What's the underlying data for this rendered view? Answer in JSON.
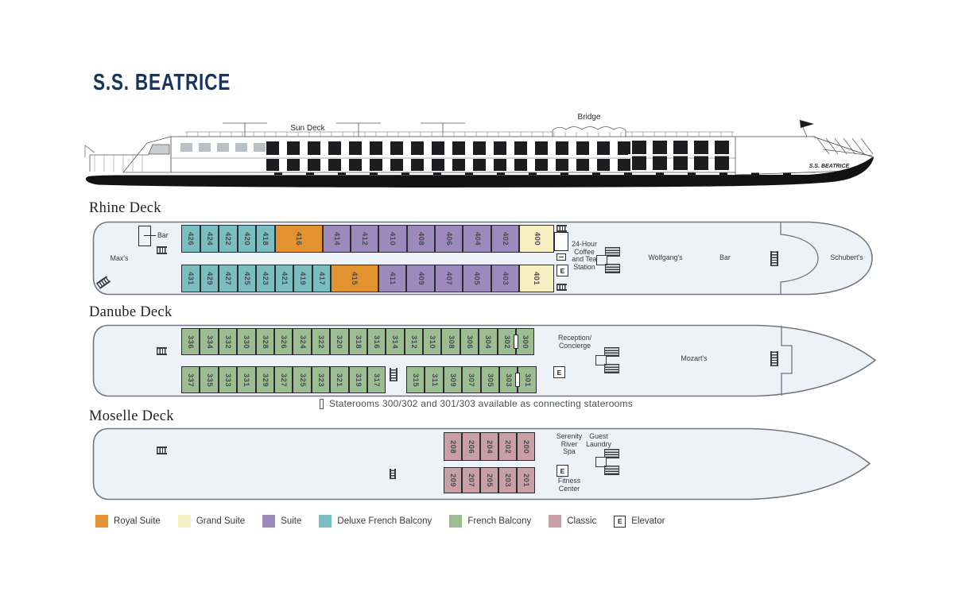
{
  "ship": {
    "name": "S.S. BEATRICE",
    "sun_deck": "Sun Deck",
    "bridge": "Bridge",
    "hull_name": "S.S. BEATRICE"
  },
  "elevator_letter": "E",
  "rhine": {
    "label": "Rhine Deck",
    "maxs": "Max's",
    "bar_left": "Bar",
    "coffee_station": "24-Hour\nCoffee\nand Tea\nStation",
    "wolfgangs": "Wolfgang's",
    "bar_right": "Bar",
    "schuberts": "Schubert's",
    "top_cabins": [
      {
        "n": "426",
        "t": "deluxe"
      },
      {
        "n": "424",
        "t": "deluxe"
      },
      {
        "n": "422",
        "t": "deluxe"
      },
      {
        "n": "420",
        "t": "deluxe"
      },
      {
        "n": "418",
        "t": "deluxe"
      },
      {
        "n": "416",
        "t": "royal"
      },
      {
        "n": "414",
        "t": "suite"
      },
      {
        "n": "412",
        "t": "suite"
      },
      {
        "n": "410",
        "t": "suite"
      },
      {
        "n": "408",
        "t": "suite"
      },
      {
        "n": "406",
        "t": "suite"
      },
      {
        "n": "404",
        "t": "suite"
      },
      {
        "n": "402",
        "t": "suite"
      },
      {
        "n": "400",
        "t": "grand"
      }
    ],
    "bottom_cabins": [
      {
        "n": "431",
        "t": "deluxe"
      },
      {
        "n": "429",
        "t": "deluxe"
      },
      {
        "n": "427",
        "t": "deluxe"
      },
      {
        "n": "425",
        "t": "deluxe"
      },
      {
        "n": "423",
        "t": "deluxe"
      },
      {
        "n": "421",
        "t": "deluxe"
      },
      {
        "n": "419",
        "t": "deluxe"
      },
      {
        "n": "417",
        "t": "deluxe"
      },
      {
        "n": "415",
        "t": "royal"
      },
      {
        "n": "411",
        "t": "suite"
      },
      {
        "n": "409",
        "t": "suite"
      },
      {
        "n": "407",
        "t": "suite"
      },
      {
        "n": "405",
        "t": "suite"
      },
      {
        "n": "403",
        "t": "suite"
      },
      {
        "n": "401",
        "t": "grand"
      }
    ]
  },
  "danube": {
    "label": "Danube Deck",
    "reception": "Reception/\nConcierge",
    "mozarts": "Mozart's",
    "top_cabins": [
      "336",
      "334",
      "332",
      "330",
      "328",
      "326",
      "324",
      "322",
      "320",
      "318",
      "316",
      "314",
      "312",
      "310",
      "308",
      "306",
      "304",
      "302",
      "300"
    ],
    "bottom_cabins_left": [
      "337",
      "335",
      "333",
      "331",
      "329",
      "327",
      "325",
      "323",
      "321",
      "319",
      "317"
    ],
    "bottom_cabins_right": [
      "315",
      "311",
      "309",
      "307",
      "305",
      "303",
      "301"
    ],
    "note": "Staterooms 300/302 and 301/303 available as connecting staterooms"
  },
  "moselle": {
    "label": "Moselle Deck",
    "spa": "Serenity\nRiver\nSpa",
    "laundry": "Guest\nLaundry",
    "fitness": "Fitness\nCenter",
    "top_cabins": [
      "208",
      "206",
      "204",
      "202",
      "200"
    ],
    "bottom_cabins": [
      "209",
      "207",
      "205",
      "203",
      "201"
    ]
  },
  "legend": [
    {
      "label": "Royal Suite",
      "type": "royal"
    },
    {
      "label": "Grand Suite",
      "type": "grand"
    },
    {
      "label": "Suite",
      "type": "suite"
    },
    {
      "label": "Deluxe French Balcony",
      "type": "deluxe"
    },
    {
      "label": "French Balcony",
      "type": "french"
    },
    {
      "label": "Classic",
      "type": "classic"
    }
  ],
  "legend_elevator_label": "Elevator",
  "colors": {
    "royal": "#E2922E",
    "grand": "#F7EEC2",
    "suite": "#9C8ABD",
    "deluxe": "#7ABEC1",
    "french": "#9CBC92",
    "classic": "#C99FA6",
    "deckFill": "#EDF1F8",
    "deckLine": "#71767E",
    "navy": "#16365F"
  }
}
